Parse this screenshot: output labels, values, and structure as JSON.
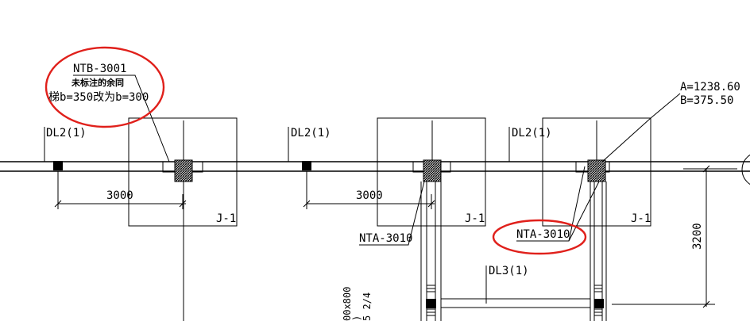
{
  "labels": {
    "ntb": "NTB-3001",
    "ntb_note1": "未标注的余同",
    "ntb_note2": "梯b=350改为b=300",
    "dl2_a": "DL2(1)",
    "dl2_b": "DL2(1)",
    "dl2_c": "DL2(1)",
    "dim_a": "3000",
    "dim_b": "3000",
    "j1_a": "J-1",
    "j1_b": "J-1",
    "j1_c": "J-1",
    "nta_a": "NTA-3010",
    "nta_b": "NTA-3010",
    "coord_a": "A=1238.60",
    "coord_b": "B=375.50",
    "dim_v": "3200",
    "dl3": "DL3(1)",
    "cut_text1": "00x800",
    "cut_text2": "5 2/4",
    "cut_text3": ")"
  },
  "colors": {
    "line": "#000000",
    "highlight": "#e0201b",
    "background": "#ffffff"
  }
}
